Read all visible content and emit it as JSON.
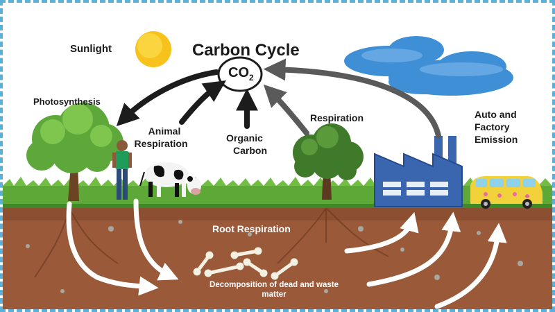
{
  "diagram": {
    "title": "Carbon Cycle",
    "co2": {
      "main": "CO",
      "sub": "2"
    },
    "labels": {
      "sunlight": "Sunlight",
      "photosynthesis": "Photosynthesis",
      "animal_respiration_1": "Animal",
      "animal_respiration_2": "Respiration",
      "organic_carbon_1": "Organic",
      "organic_carbon_2": "Carbon",
      "respiration": "Respiration",
      "emission_1": "Auto and",
      "emission_2": "Factory",
      "emission_3": "Emission",
      "root_respiration": "Root Respiration",
      "decomposition_1": "Decomposition of dead and waste",
      "decomposition_2": "matter"
    },
    "colors": {
      "frame": "#5ab0d8",
      "sky": "#ffffff",
      "soil": "#9a5a3a",
      "grass": "#5da836",
      "factory": "#3a66b0",
      "van": "#f2d23a",
      "sun": "#f7c21b",
      "cloud": "#3f8fd6",
      "arrow_dark": "#1c1c1c",
      "arrow_grey": "#5a5a5a",
      "arrow_white": "#ffffff"
    },
    "icons": [
      "sun-icon",
      "cloud-icon",
      "tree-icon",
      "person-icon",
      "cow-icon",
      "factory-icon",
      "van-icon",
      "bone-icon"
    ]
  }
}
